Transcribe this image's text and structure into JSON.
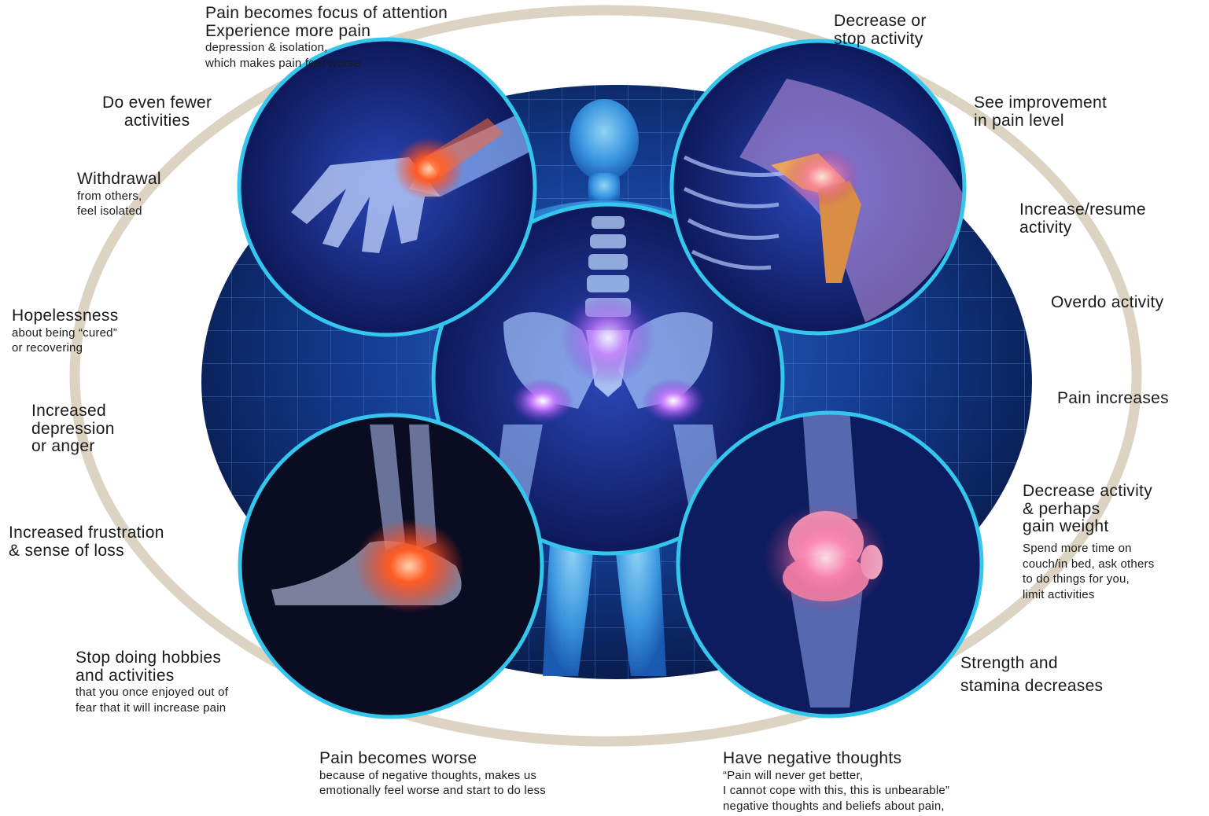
{
  "colors": {
    "ring": "#ddd3c2",
    "disc_dark": "#071640",
    "disc_light": "#2a63c8",
    "circle_border": "#35c6ee",
    "body_glow": "#5fc3ff",
    "pain_red": "#ff3a1a"
  },
  "icons": {
    "center": "pelvis-spine-icon",
    "top_left": "hand-wrist-icon",
    "top_right": "shoulder-joint-icon",
    "bottom_left": "ankle-foot-icon",
    "bottom_right": "knee-joint-icon",
    "figure": "human-body-icon"
  },
  "labels": {
    "top_focus": {
      "heading": [
        "Pain becomes focus of attention",
        "Experience more pain"
      ],
      "sub": [
        "depression & isolation,",
        "which makes pain feel worse"
      ]
    },
    "decrease_stop": {
      "heading": [
        "Decrease or",
        "stop activity"
      ]
    },
    "fewer_activities": {
      "heading": [
        "Do even fewer",
        "activities"
      ]
    },
    "see_improvement": {
      "heading": [
        "See improvement",
        "in pain level"
      ]
    },
    "withdrawal": {
      "heading": [
        "Withdrawal"
      ],
      "sub": [
        "from others,",
        "feel isolated"
      ]
    },
    "increase_resume": {
      "heading": [
        "Increase/resume",
        "activity"
      ]
    },
    "overdo": {
      "heading": [
        "Overdo activity"
      ]
    },
    "hopelessness": {
      "heading": [
        "Hopelessness"
      ],
      "sub": [
        "about being “cured”",
        "or recovering"
      ]
    },
    "pain_increases": {
      "heading": [
        "Pain increases"
      ]
    },
    "depression_anger": {
      "heading": [
        "Increased",
        "depression",
        "or anger"
      ]
    },
    "decrease_gain": {
      "heading": [
        "Decrease activity",
        "& perhaps",
        "gain weight"
      ],
      "sub": [
        "Spend more time on",
        "couch/in bed, ask others",
        "to do things for you,",
        "limit activities"
      ]
    },
    "frustration": {
      "heading": [
        "Increased frustration",
        "& sense of loss"
      ]
    },
    "strength": {
      "heading": [
        "Strength and",
        "stamina decreases"
      ]
    },
    "hobbies": {
      "heading": [
        "Stop doing hobbies",
        "and activities"
      ],
      "sub": [
        "that you once enjoyed out of",
        "fear that it will increase pain"
      ]
    },
    "pain_worse": {
      "heading": [
        "Pain becomes worse"
      ],
      "sub": [
        "because of negative thoughts, makes us",
        "emotionally feel worse and start to do less"
      ]
    },
    "negative_thoughts": {
      "heading": [
        "Have negative thoughts"
      ],
      "sub": [
        "“Pain will never get better,",
        "I cannot cope with this, this is unbearable”",
        "negative thoughts and beliefs about pain,"
      ]
    }
  }
}
